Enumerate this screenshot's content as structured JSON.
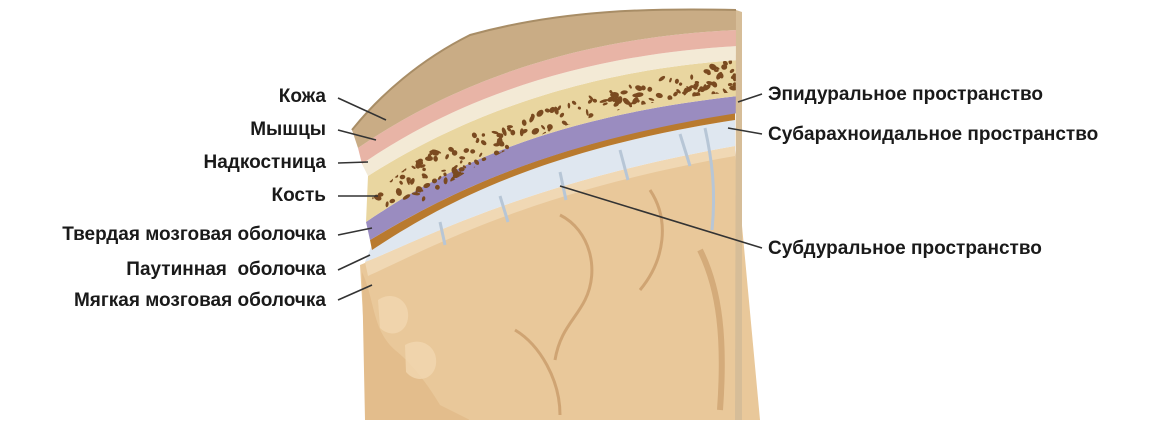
{
  "left_labels": [
    {
      "key": "skin",
      "text": "Кожа"
    },
    {
      "key": "muscles",
      "text": "Мышцы"
    },
    {
      "key": "periosteum",
      "text": "Надкостница"
    },
    {
      "key": "bone",
      "text": "Кость"
    },
    {
      "key": "dura",
      "text": "Твердая мозговая оболочка"
    },
    {
      "key": "arachnoid",
      "text": "Паутинная  оболочка"
    },
    {
      "key": "pia",
      "text": "Мягкая мозговая оболочка"
    }
  ],
  "right_labels": [
    {
      "key": "epidural",
      "text": "Эпидуральное пространство"
    },
    {
      "key": "subarachnoid",
      "text": "Субарахноидальное пространство"
    },
    {
      "key": "subdural",
      "text": "Субдуральное пространство"
    }
  ],
  "colors": {
    "skin": "#c9ac85",
    "skin_edge": "#a88d66",
    "muscle": "#e8b4a6",
    "periosteum": "#f3ead6",
    "bone": "#e9d6a0",
    "bone_pores": "#7a4a20",
    "dura": "#9a8cc0",
    "arachnoid": "#b97a2e",
    "csf": "#dfe7f0",
    "pia": "#f0d8b4",
    "brain": "#e9c89a",
    "brain_shade": "#d9b380",
    "leader": "#333333"
  }
}
